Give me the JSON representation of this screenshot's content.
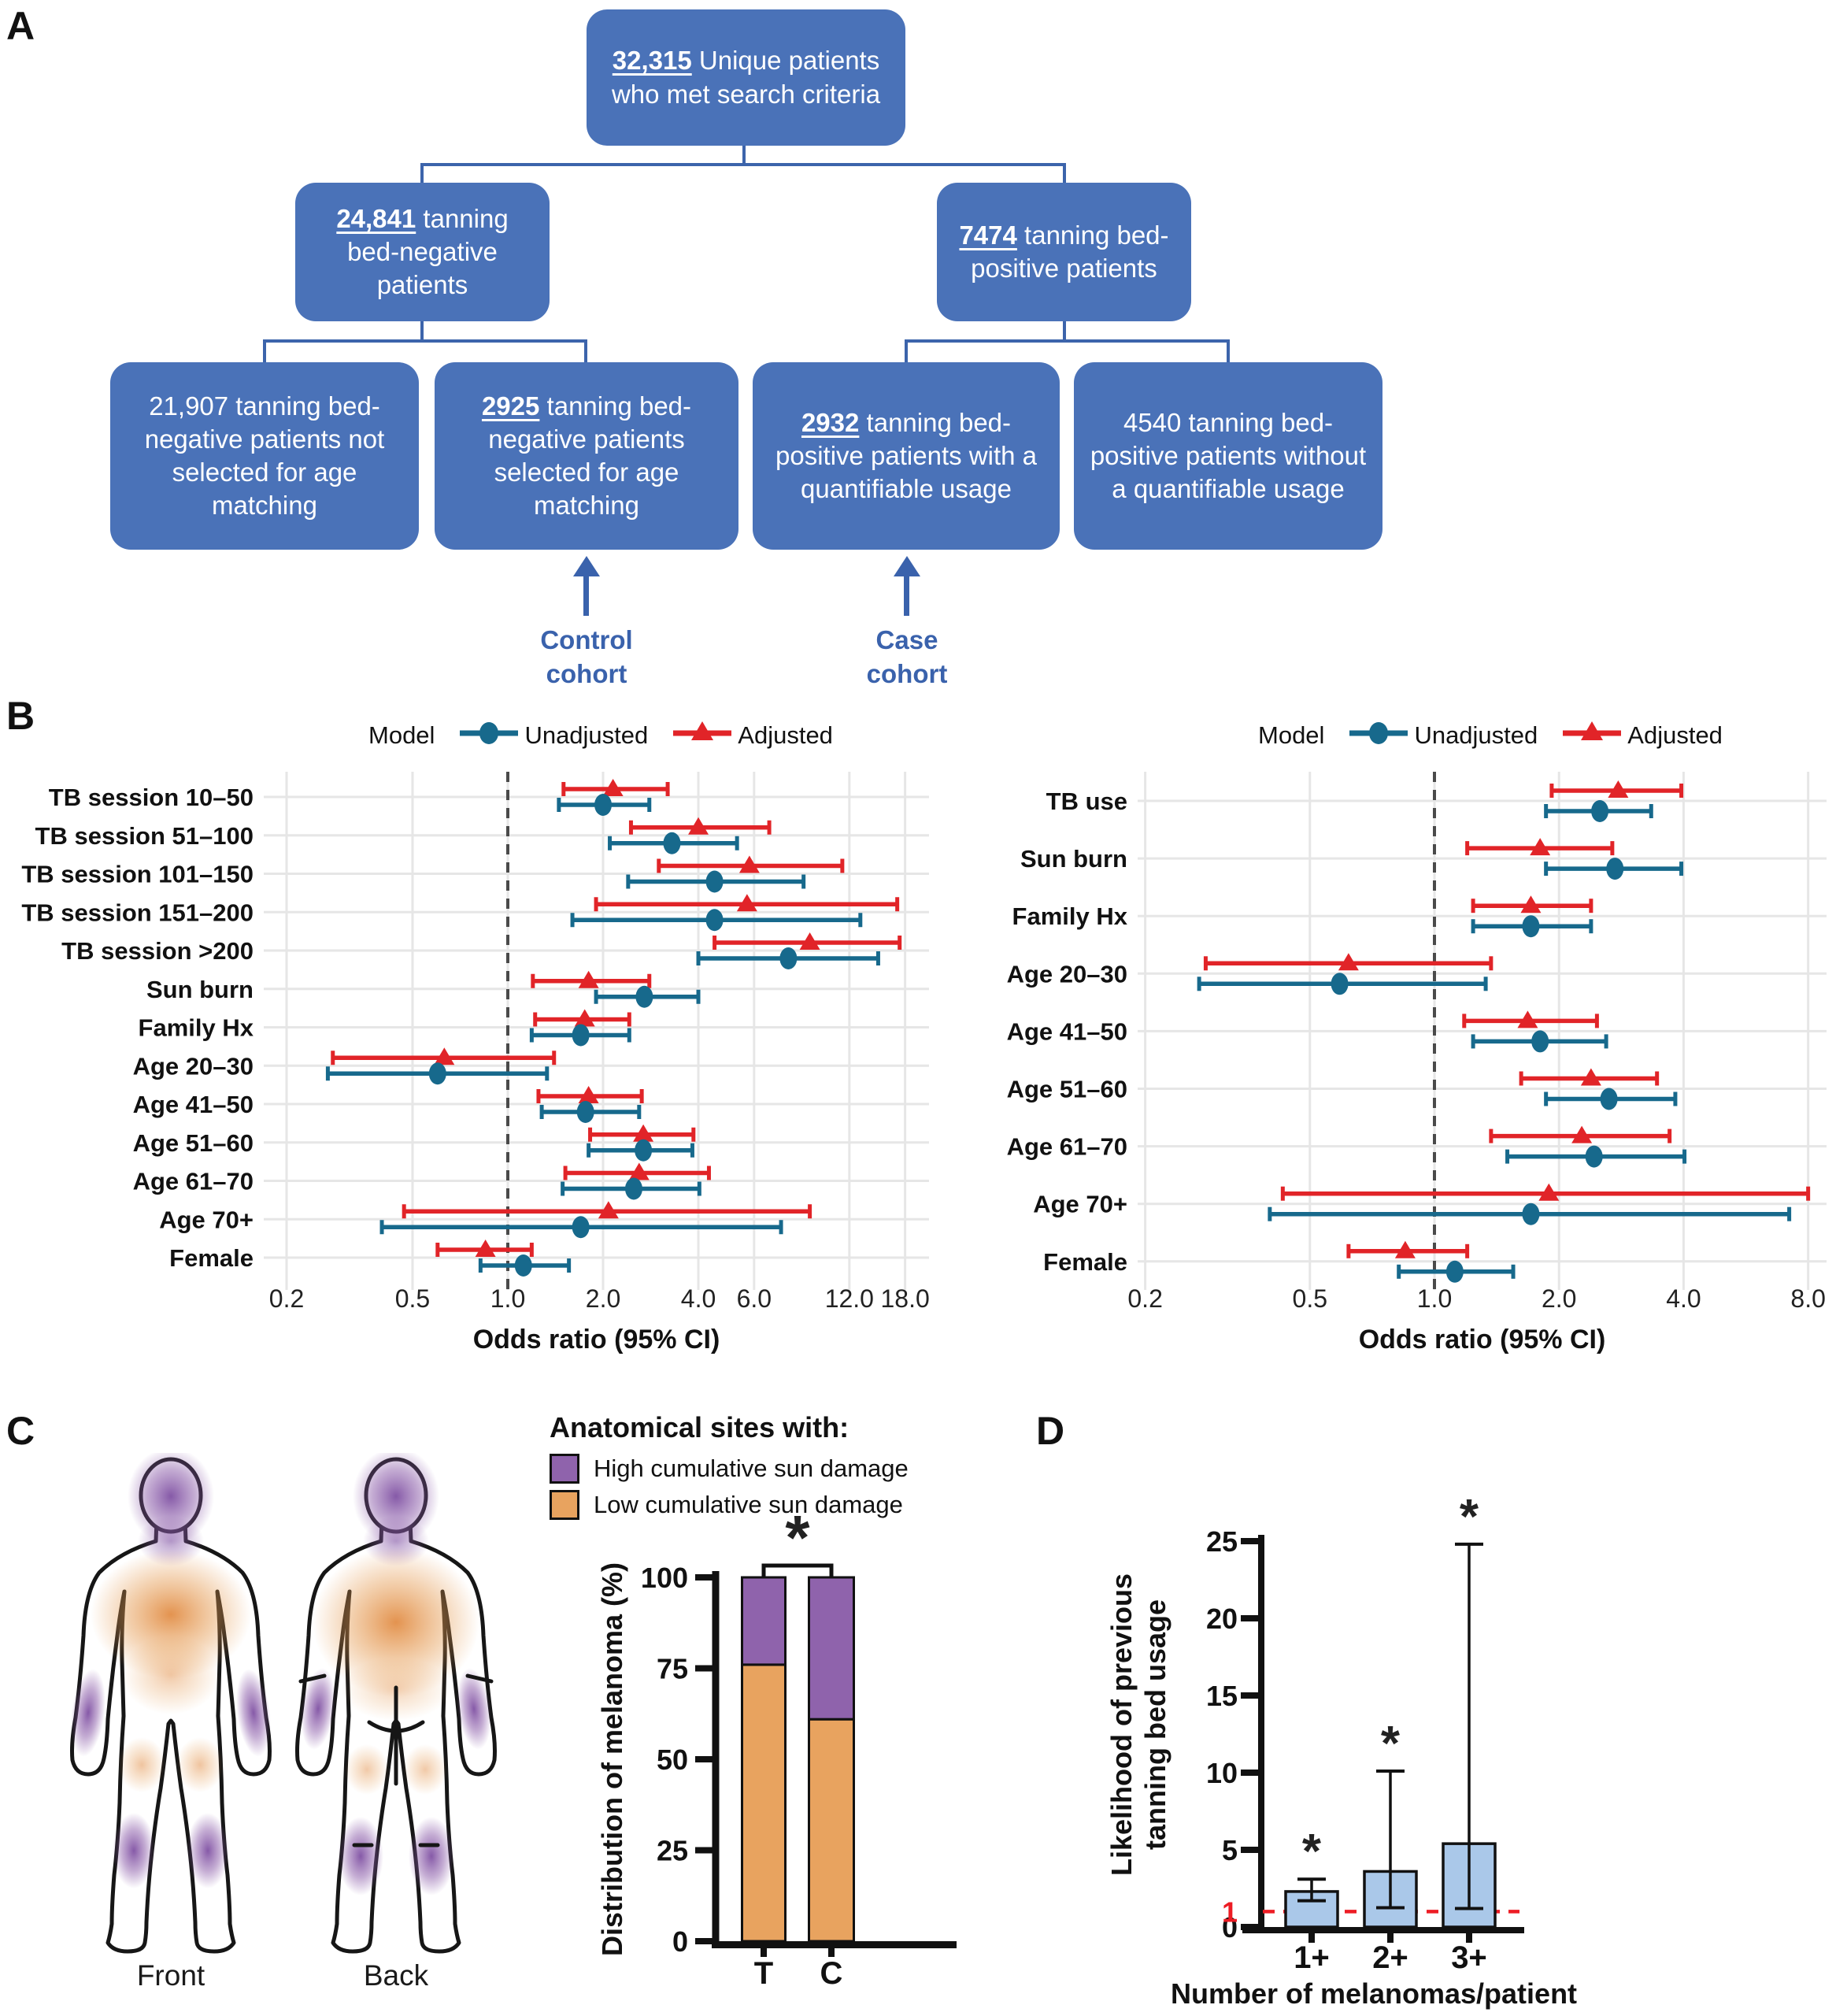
{
  "figure_labels": {
    "a": "A",
    "b": "B",
    "c": "C",
    "d": "D"
  },
  "flowchart": {
    "box_color": "#4a72b8",
    "line_color": "#3c64ab",
    "root": {
      "num": "32,315",
      "rest": " Unique patients who met search criteria"
    },
    "tb_negative": {
      "num": "24,841",
      "rest": " tanning bed-negative patients"
    },
    "tb_positive": {
      "num": "7474",
      "rest": " tanning bed-positive patients"
    },
    "not_selected": {
      "num": "",
      "rest": "21,907 tanning bed-negative patients not selected for age matching"
    },
    "selected": {
      "num": "2925",
      "rest": " tanning bed-negative patients selected for age matching"
    },
    "quantifiable": {
      "num": "2932",
      "rest": " tanning bed-positive patients with a quantifiable usage"
    },
    "not_quantifiable": {
      "num": "",
      "rest": "4540 tanning bed-positive patients without a quantifiable usage"
    },
    "control_label": "Control cohort",
    "case_label": "Case cohort"
  },
  "forest_legend": {
    "title": "Model",
    "unadjusted": "Unadjusted",
    "adjusted": "Adjusted"
  },
  "anatomy": {
    "front_label": "Front",
    "back_label": "Back",
    "legend_title": "Anatomical sites with:",
    "legend": [
      {
        "label": "High cumulative sun damage",
        "color": "#8f63ac"
      },
      {
        "label": "Low cumulative sun damage",
        "color": "#e8a35f"
      }
    ]
  },
  "chart_data": [
    {
      "id": "forest-tb-sessions",
      "type": "scatter",
      "subtype": "forest",
      "xlabel": "Odds ratio (95% CI)",
      "x_scale": "log",
      "tick_values": [
        0.2,
        0.5,
        1,
        2,
        4,
        6,
        12,
        18
      ],
      "tick_labels": [
        "0.2",
        "0.5",
        "1.0",
        "2.0",
        "4.0",
        "6.0",
        "12.0",
        "18.0"
      ],
      "reference_x": 1,
      "legend_title": "Model",
      "legend_position": "top",
      "categories": [
        "TB session 10–50",
        "TB session 51–100",
        "TB session 101–150",
        "TB session 151–200",
        "TB session >200",
        "Sun burn",
        "Family Hx",
        "Age 20–30",
        "Age 41–50",
        "Age 51–60",
        "Age 61–70",
        "Age 70+",
        "Female"
      ],
      "series": [
        {
          "name": "Adjusted",
          "marker": "triangle",
          "color": "#e12428",
          "or": [
            2.15,
            4.0,
            5.8,
            5.7,
            9.0,
            1.8,
            1.75,
            0.63,
            1.8,
            2.68,
            2.6,
            2.08,
            0.85
          ],
          "lo": [
            1.5,
            2.45,
            3.0,
            1.9,
            4.5,
            1.2,
            1.22,
            0.28,
            1.25,
            1.82,
            1.52,
            0.47,
            0.6
          ],
          "hi": [
            3.2,
            6.7,
            11.4,
            17.0,
            17.3,
            2.8,
            2.42,
            1.4,
            2.65,
            3.86,
            4.32,
            9.0,
            1.19
          ]
        },
        {
          "name": "Unadjusted",
          "marker": "circle",
          "color": "#17698c",
          "or": [
            2.0,
            3.3,
            4.5,
            4.5,
            7.7,
            2.7,
            1.7,
            0.6,
            1.76,
            2.68,
            2.5,
            1.7,
            1.12
          ],
          "lo": [
            1.45,
            2.1,
            2.4,
            1.6,
            4.0,
            1.9,
            1.19,
            0.27,
            1.28,
            1.8,
            1.49,
            0.4,
            0.82
          ],
          "hi": [
            2.8,
            5.3,
            8.6,
            13.0,
            14.8,
            4.0,
            2.42,
            1.33,
            2.6,
            3.83,
            4.03,
            7.3,
            1.56
          ]
        }
      ]
    },
    {
      "id": "forest-tb-use",
      "type": "scatter",
      "subtype": "forest",
      "xlabel": "Odds ratio (95% CI)",
      "x_scale": "log",
      "tick_values": [
        0.2,
        0.5,
        1,
        2,
        4,
        8
      ],
      "tick_labels": [
        "0.2",
        "0.5",
        "1.0",
        "2.0",
        "4.0",
        "8.0"
      ],
      "reference_x": 1,
      "legend_title": "Model",
      "legend_position": "top",
      "categories": [
        "TB use",
        "Sun burn",
        "Family Hx",
        "Age 20–30",
        "Age 41–50",
        "Age 51–60",
        "Age 61–70",
        "Age 70+",
        "Female"
      ],
      "series": [
        {
          "name": "Adjusted",
          "marker": "triangle",
          "color": "#e12428",
          "or": [
            2.78,
            1.8,
            1.71,
            0.62,
            1.68,
            2.39,
            2.27,
            1.89,
            0.85
          ],
          "lo": [
            1.92,
            1.2,
            1.24,
            0.28,
            1.18,
            1.62,
            1.37,
            0.43,
            0.62
          ],
          "hi": [
            3.95,
            2.69,
            2.39,
            1.37,
            2.47,
            3.45,
            3.7,
            8.0,
            1.2
          ]
        },
        {
          "name": "Unadjusted",
          "marker": "circle",
          "color": "#17698c",
          "or": [
            2.51,
            2.73,
            1.71,
            0.59,
            1.8,
            2.64,
            2.43,
            1.71,
            1.12
          ],
          "lo": [
            1.86,
            1.86,
            1.24,
            0.27,
            1.24,
            1.86,
            1.5,
            0.4,
            0.82
          ],
          "hi": [
            3.34,
            3.95,
            2.39,
            1.33,
            2.6,
            3.82,
            4.02,
            7.2,
            1.55
          ]
        }
      ]
    },
    {
      "id": "melanoma-distribution",
      "type": "bar",
      "stacked": true,
      "ylabel": "Distribution of melanoma (%)",
      "ytick_values": [
        0,
        25,
        50,
        75,
        100
      ],
      "ylim": [
        0,
        100
      ],
      "categories": [
        "T",
        "C"
      ],
      "series": [
        {
          "name": "Low cumulative sun damage",
          "color": "#e8a35f",
          "values": [
            76,
            61
          ]
        },
        {
          "name": "High cumulative sun damage",
          "color": "#8f63ac",
          "values": [
            24,
            39
          ]
        }
      ],
      "significance": "*"
    },
    {
      "id": "tanning-bed-likelihood",
      "type": "bar",
      "ylabel_lines": [
        "Likelihood of previous",
        "tanning bed usage"
      ],
      "xlabel": "Number of melanomas/patient",
      "ytick_values": [
        0,
        5,
        10,
        15,
        20,
        25
      ],
      "ylim": [
        0,
        25
      ],
      "reference_line": {
        "value": 1,
        "color": "#ed1c24"
      },
      "categories": [
        "1+",
        "2+",
        "3+"
      ],
      "values": [
        2.3,
        3.6,
        5.4
      ],
      "ci_low": [
        1.7,
        1.25,
        1.2
      ],
      "ci_high": [
        3.1,
        10.1,
        24.8
      ],
      "significance": [
        "*",
        "*",
        "*"
      ],
      "bar_color": "#aac8e9"
    }
  ]
}
